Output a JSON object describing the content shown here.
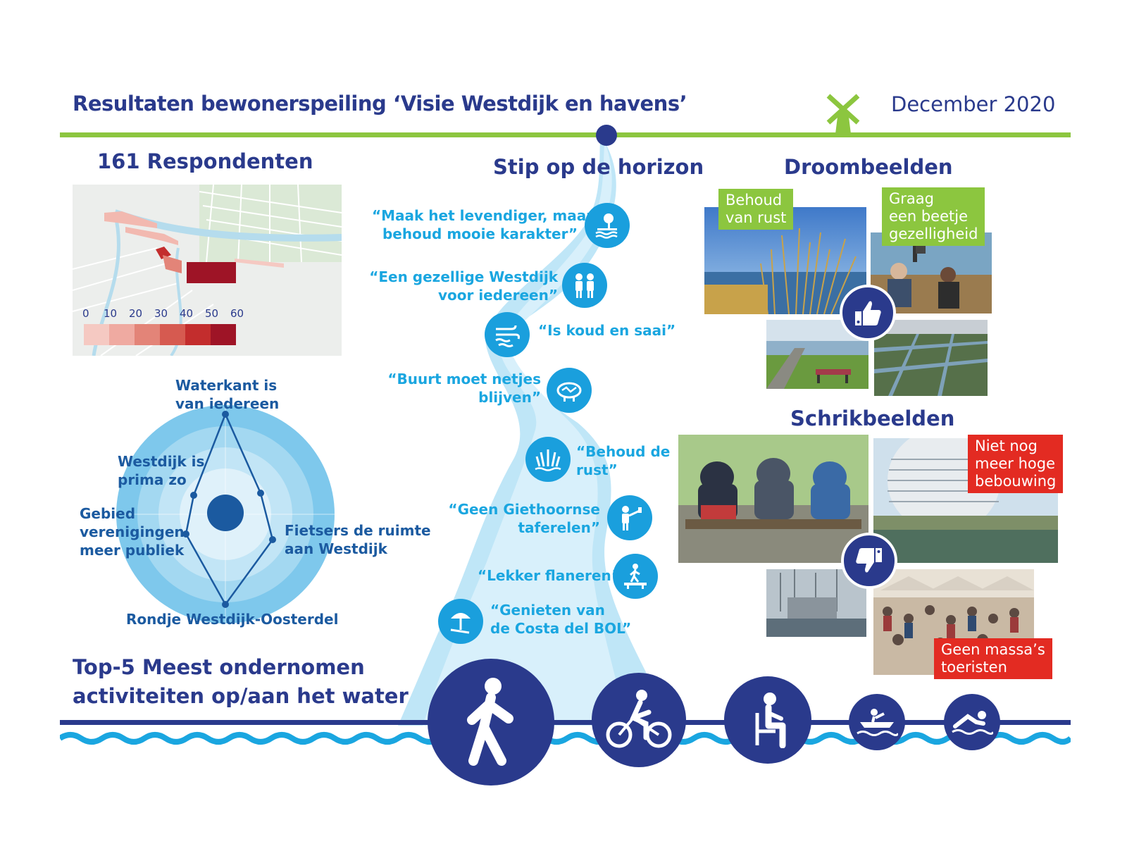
{
  "header": {
    "title": "Resultaten bewonerspeiling ‘Visie Westdijk en havens’",
    "date": "December 2020"
  },
  "respondents": {
    "heading": "161 Respondenten",
    "legend": [
      "0",
      "10",
      "20",
      "30",
      "40",
      "50",
      "60"
    ],
    "legend_colors": [
      "#f5c9c2",
      "#efaaa1",
      "#e38478",
      "#d65a50",
      "#c32d2d",
      "#9e1426"
    ]
  },
  "radar": {
    "labels": {
      "top": [
        "Waterkant is",
        "van iedereen"
      ],
      "upper_left": [
        "Westdijk is",
        "prima zo"
      ],
      "left": [
        "Gebied",
        "verenigingen",
        "meer publiek"
      ],
      "right": [
        "Fietsers de ruimte",
        "aan Westdijk"
      ],
      "bottom": "Rondje Westdijk-Oosterdel"
    }
  },
  "horizon": {
    "heading": "Stip op de horizon",
    "quotes": [
      {
        "lines": [
          "“Maak het levendiger, maar",
          "behoud mooie karakter”"
        ],
        "icon": "waterfront-tree-icon"
      },
      {
        "lines": [
          "“Een gezellige Westdijk",
          "voor iedereen”"
        ],
        "icon": "people-icon"
      },
      {
        "lines": [
          "“Is koud en saai”"
        ],
        "icon": "cold-wind-icon"
      },
      {
        "lines": [
          "“Buurt moet netjes",
          "blijven”"
        ],
        "icon": "tidy-area-icon"
      },
      {
        "lines": [
          "“Behoud de",
          "rust”"
        ],
        "icon": "reeds-icon"
      },
      {
        "lines": [
          "“Geen Giethoornse",
          "taferelen”"
        ],
        "icon": "selfie-person-icon"
      },
      {
        "lines": [
          "“Lekker flaneren”"
        ],
        "icon": "walking-pier-icon"
      },
      {
        "lines": [
          "“Genieten van",
          "de Costa del BOL”"
        ],
        "icon": "beach-umbrella-icon"
      }
    ]
  },
  "dream": {
    "heading": "Droombeelden",
    "tags": [
      [
        "Behoud",
        "van rust"
      ],
      [
        "Graag",
        "een beetje",
        "gezelligheid"
      ]
    ]
  },
  "scare": {
    "heading": "Schrikbeelden",
    "tags": [
      [
        "Niet nog",
        "meer hoge",
        "bebouwing"
      ],
      [
        "Geen massa’s",
        "toeristen"
      ]
    ]
  },
  "activities": {
    "heading": [
      "Top-5 Meest ondernomen",
      "activiteiten op/aan het water"
    ],
    "items": [
      "walking-icon",
      "cycling-icon",
      "sitting-icon",
      "boating-icon",
      "swimming-icon"
    ]
  },
  "colors": {
    "navy": "#2a3a8c",
    "sky": "#1aa6e0",
    "green": "#8cc63f",
    "red": "#e32b22"
  }
}
